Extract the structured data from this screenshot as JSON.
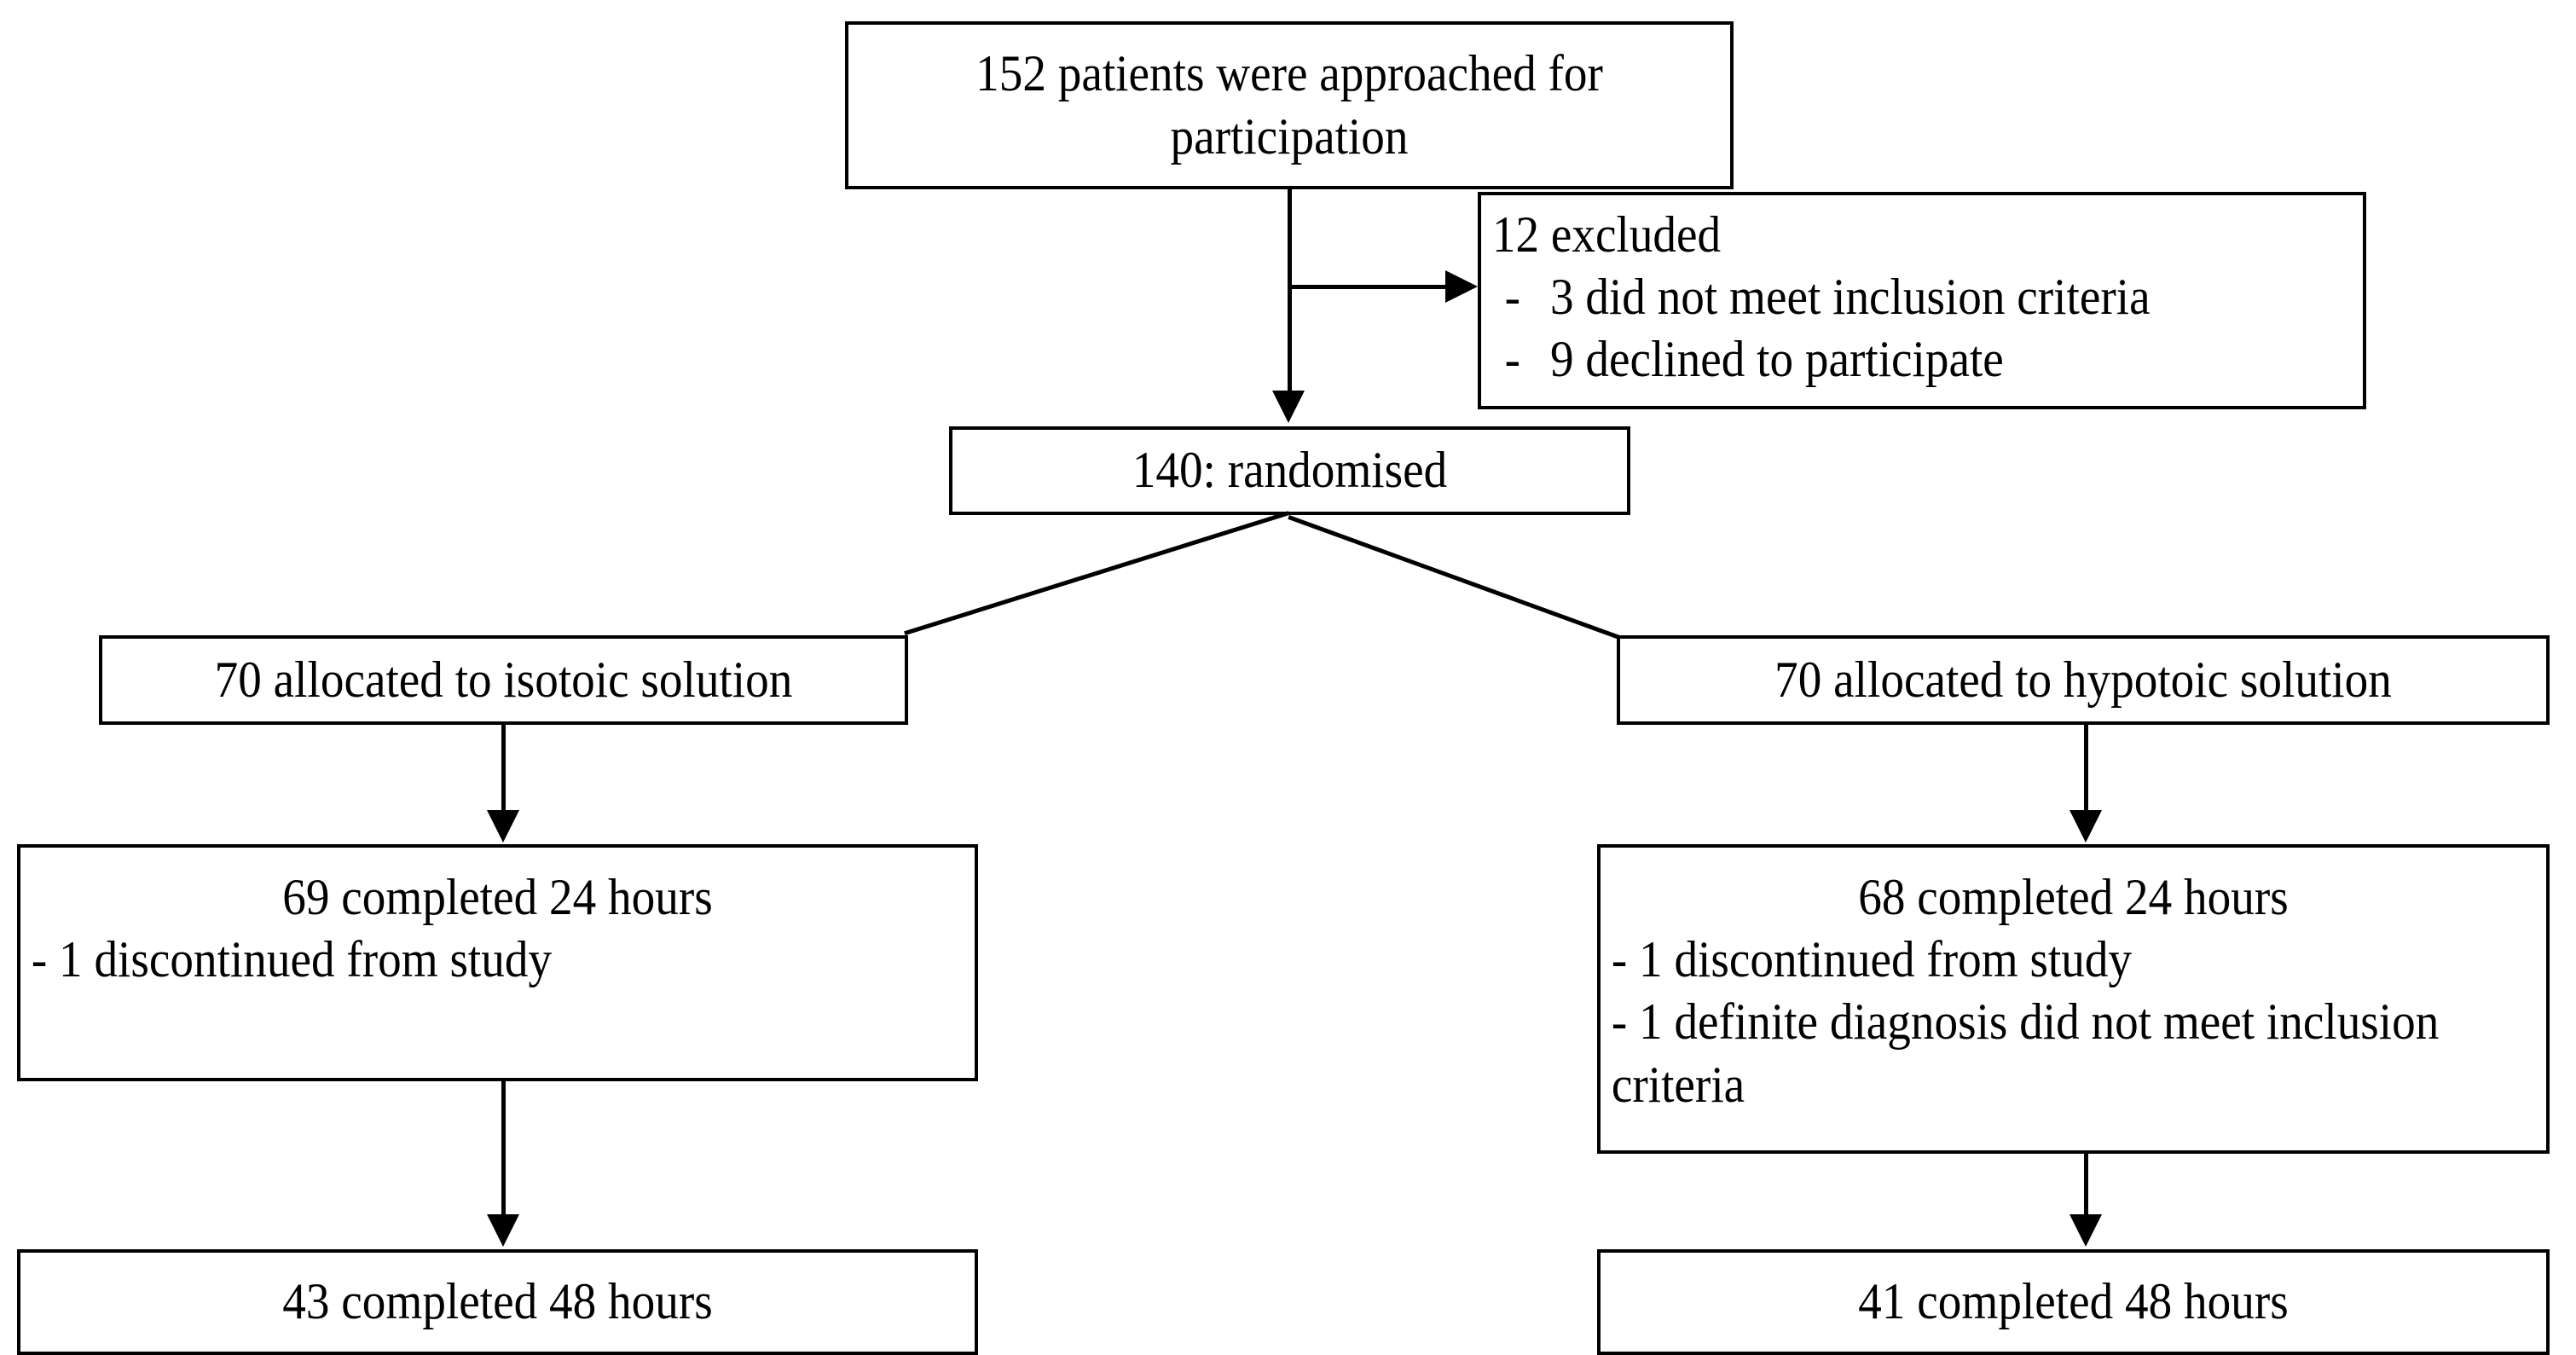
{
  "diagram": {
    "title": "CONSORT participant flow diagram",
    "colors": {
      "stroke": "#000000",
      "background": "#ffffff",
      "text": "#000000"
    },
    "nodes": {
      "approached": {
        "line1": "152 patients were approached for",
        "line2": "participation",
        "count": 152
      },
      "excluded": {
        "heading": "12 excluded",
        "count": 12,
        "reasons": [
          {
            "dash": "-",
            "text": "3 did not meet inclusion criteria",
            "count": 3
          },
          {
            "dash": "-",
            "text": "9 declined to participate",
            "count": 9
          }
        ]
      },
      "randomised": {
        "label": "140: randomised",
        "count": 140
      },
      "alloc_left": {
        "label": "70 allocated to isotoic solution",
        "count": 70
      },
      "alloc_right": {
        "label": "70 allocated to hypotoic solution",
        "count": 70
      },
      "left_24h": {
        "heading": "69 completed 24 hours",
        "count": 69,
        "notes": [
          {
            "text": "- 1 discontinued from study"
          }
        ]
      },
      "right_24h": {
        "heading": "68 completed 24 hours",
        "count": 68,
        "notes": [
          {
            "text": "- 1 discontinued from study"
          },
          {
            "text": "- 1 definite diagnosis did not meet inclusion criteria"
          }
        ]
      },
      "left_48h": {
        "label": "43 completed 48 hours",
        "count": 43
      },
      "right_48h": {
        "label": "41 completed 48 hours",
        "count": 41
      }
    },
    "connectors": [
      {
        "name": "approached-to-randomised",
        "kind": "arrow-down"
      },
      {
        "name": "approached-to-excluded",
        "kind": "arrow-right"
      },
      {
        "name": "randomised-to-alloc-left",
        "kind": "diagonal"
      },
      {
        "name": "randomised-to-alloc-right",
        "kind": "diagonal"
      },
      {
        "name": "alloc-left-to-24h",
        "kind": "arrow-down"
      },
      {
        "name": "alloc-right-to-24h",
        "kind": "arrow-down"
      },
      {
        "name": "left-24h-to-48h",
        "kind": "arrow-down"
      },
      {
        "name": "right-24h-to-48h",
        "kind": "arrow-down"
      }
    ]
  }
}
